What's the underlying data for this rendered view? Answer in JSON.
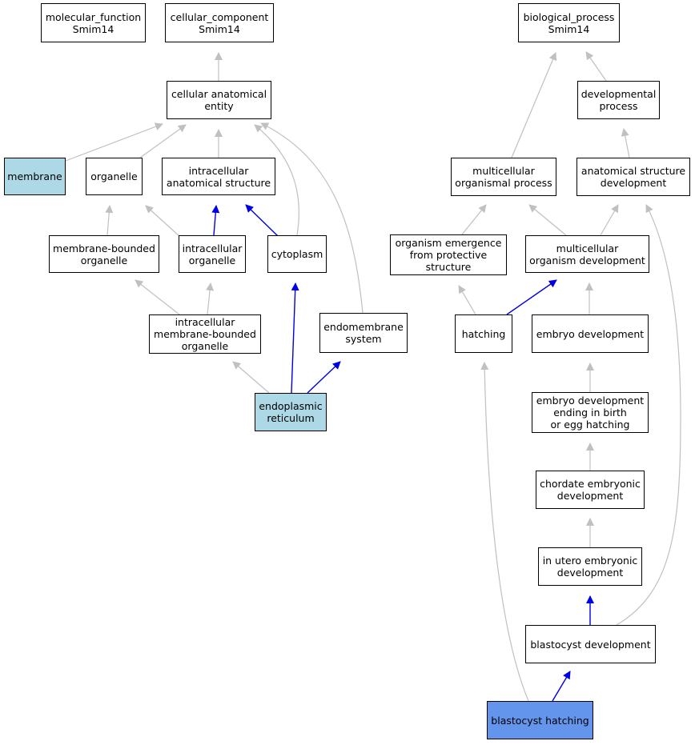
{
  "colors": {
    "edge_default": "#c0c0c0",
    "edge_highlight": "#0000e6",
    "node_fill": "#ffffff",
    "node_light": "#add8e6",
    "node_main": "#6495ed"
  },
  "nodes": {
    "molecular_function": {
      "label": "molecular_function\nSmim14"
    },
    "cellular_component": {
      "label": "cellular_component\nSmim14"
    },
    "biological_process": {
      "label": "biological_process\nSmim14"
    },
    "cellular_anatomical_entity": {
      "label": "cellular anatomical\nentity"
    },
    "developmental_process": {
      "label": "developmental\nprocess"
    },
    "membrane": {
      "label": "membrane"
    },
    "organelle": {
      "label": "organelle"
    },
    "intracellular_anatomical_structure": {
      "label": "intracellular\nanatomical structure"
    },
    "multicellular_organismal_process": {
      "label": "multicellular\norganismal process"
    },
    "anatomical_structure_development": {
      "label": "anatomical structure\ndevelopment"
    },
    "membrane_bounded_organelle": {
      "label": "membrane-bounded\norganelle"
    },
    "intracellular_organelle": {
      "label": "intracellular\norganelle"
    },
    "cytoplasm": {
      "label": "cytoplasm"
    },
    "organism_emergence": {
      "label": "organism emergence\nfrom protective\nstructure"
    },
    "multicellular_organism_development": {
      "label": "multicellular\norganism development"
    },
    "intracellular_membrane_bounded_organelle": {
      "label": "intracellular\nmembrane-bounded\norganelle"
    },
    "endomembrane_system": {
      "label": "endomembrane\nsystem"
    },
    "hatching": {
      "label": "hatching"
    },
    "embryo_development": {
      "label": "embryo development"
    },
    "endoplasmic_reticulum": {
      "label": "endoplasmic\nreticulum"
    },
    "embryo_development_ending": {
      "label": "embryo development\nending in birth\nor egg hatching"
    },
    "chordate_embryonic_development": {
      "label": "chordate embryonic\ndevelopment"
    },
    "in_utero_embryonic_development": {
      "label": "in utero embryonic\ndevelopment"
    },
    "blastocyst_development": {
      "label": "blastocyst development"
    },
    "blastocyst_hatching": {
      "label": "blastocyst hatching"
    }
  },
  "edges": [
    {
      "from": "cellular_anatomical_entity",
      "to": "cellular_component",
      "highlight": false
    },
    {
      "from": "membrane",
      "to": "cellular_anatomical_entity",
      "highlight": false
    },
    {
      "from": "organelle",
      "to": "cellular_anatomical_entity",
      "highlight": false
    },
    {
      "from": "intracellular_anatomical_structure",
      "to": "cellular_anatomical_entity",
      "highlight": false
    },
    {
      "from": "cytoplasm",
      "to": "cellular_anatomical_entity",
      "highlight": false
    },
    {
      "from": "endomembrane_system",
      "to": "cellular_anatomical_entity",
      "highlight": false
    },
    {
      "from": "membrane_bounded_organelle",
      "to": "organelle",
      "highlight": false
    },
    {
      "from": "intracellular_organelle",
      "to": "organelle",
      "highlight": false
    },
    {
      "from": "intracellular_organelle",
      "to": "intracellular_anatomical_structure",
      "highlight": true
    },
    {
      "from": "cytoplasm",
      "to": "intracellular_anatomical_structure",
      "highlight": true
    },
    {
      "from": "intracellular_membrane_bounded_organelle",
      "to": "membrane_bounded_organelle",
      "highlight": false
    },
    {
      "from": "intracellular_membrane_bounded_organelle",
      "to": "intracellular_organelle",
      "highlight": false
    },
    {
      "from": "endoplasmic_reticulum",
      "to": "intracellular_membrane_bounded_organelle",
      "highlight": false
    },
    {
      "from": "endoplasmic_reticulum",
      "to": "cytoplasm",
      "highlight": true
    },
    {
      "from": "endoplasmic_reticulum",
      "to": "endomembrane_system",
      "highlight": true
    },
    {
      "from": "developmental_process",
      "to": "biological_process",
      "highlight": false
    },
    {
      "from": "multicellular_organismal_process",
      "to": "biological_process",
      "highlight": false
    },
    {
      "from": "anatomical_structure_development",
      "to": "developmental_process",
      "highlight": false
    },
    {
      "from": "organism_emergence",
      "to": "multicellular_organismal_process",
      "highlight": false
    },
    {
      "from": "multicellular_organism_development",
      "to": "multicellular_organismal_process",
      "highlight": false
    },
    {
      "from": "multicellular_organism_development",
      "to": "anatomical_structure_development",
      "highlight": false
    },
    {
      "from": "hatching",
      "to": "organism_emergence",
      "highlight": false
    },
    {
      "from": "hatching",
      "to": "multicellular_organism_development",
      "highlight": true
    },
    {
      "from": "embryo_development",
      "to": "multicellular_organism_development",
      "highlight": false
    },
    {
      "from": "embryo_development_ending",
      "to": "embryo_development",
      "highlight": false
    },
    {
      "from": "chordate_embryonic_development",
      "to": "embryo_development_ending",
      "highlight": false
    },
    {
      "from": "in_utero_embryonic_development",
      "to": "chordate_embryonic_development",
      "highlight": false
    },
    {
      "from": "blastocyst_development",
      "to": "in_utero_embryonic_development",
      "highlight": true
    },
    {
      "from": "blastocyst_development",
      "to": "anatomical_structure_development",
      "highlight": false
    },
    {
      "from": "blastocyst_hatching",
      "to": "blastocyst_development",
      "highlight": true
    },
    {
      "from": "blastocyst_hatching",
      "to": "hatching",
      "highlight": false
    }
  ]
}
